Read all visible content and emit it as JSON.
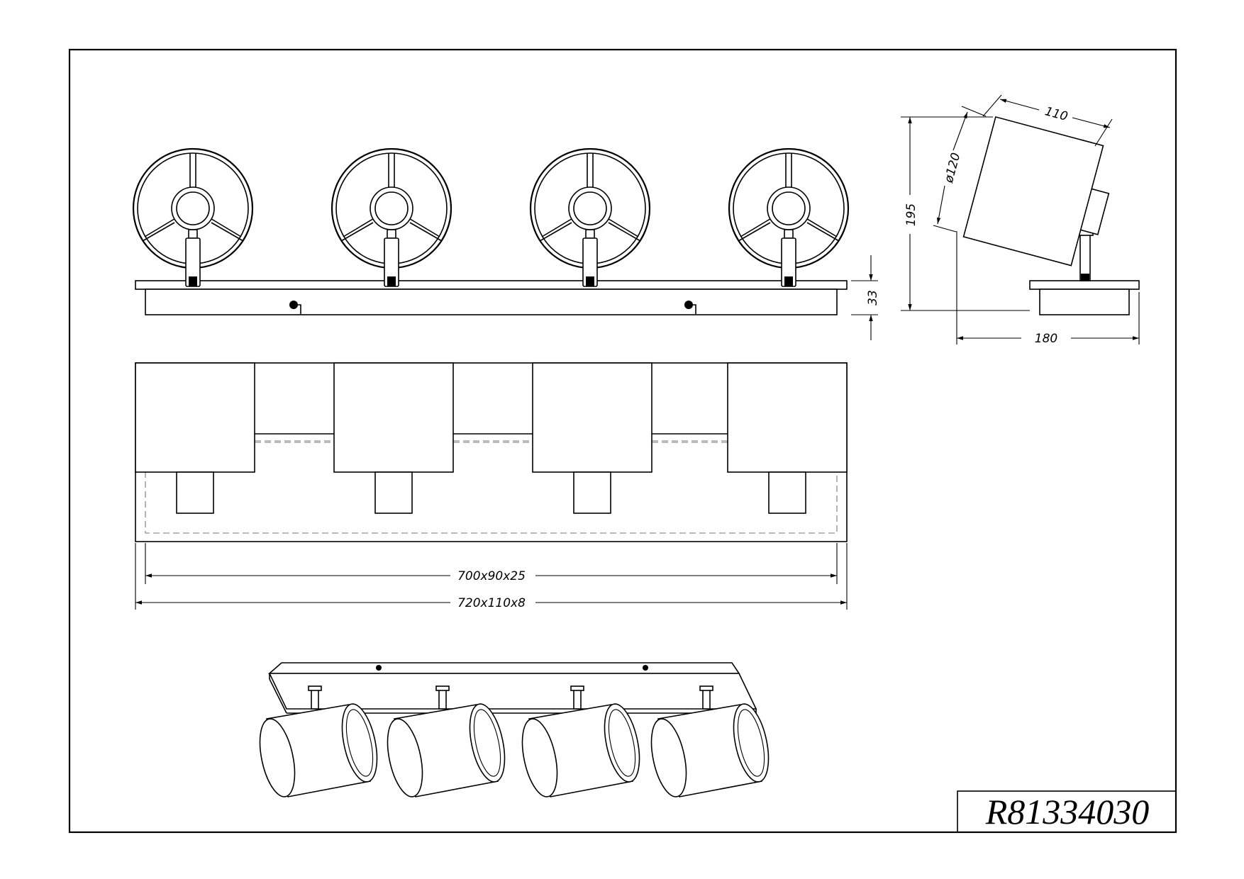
{
  "model_number": "R81334030",
  "dimensions": {
    "canopy_height": "33",
    "inner_base": "700x90x25",
    "outer_plate": "720x110x8",
    "shade_width": "110",
    "shade_diameter": "ø120",
    "side_height": "195",
    "side_depth": "180"
  },
  "spot_count": 4
}
